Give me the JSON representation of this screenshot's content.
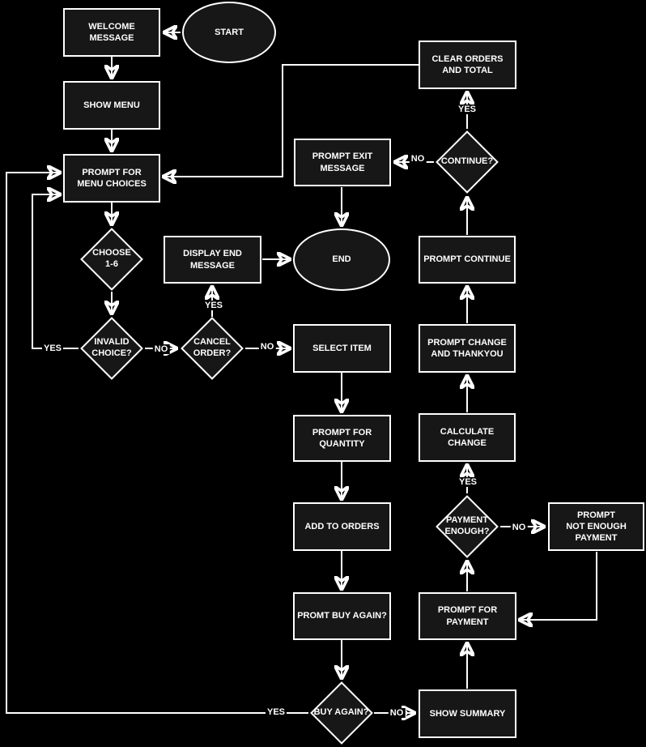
{
  "colors": {
    "background": "#000000",
    "node_fill": "#171717",
    "stroke": "#ffffff",
    "text": "#ffffff"
  },
  "nodes": {
    "start": {
      "type": "terminator",
      "label": "START"
    },
    "welcome": {
      "type": "process",
      "label": "WELCOME\nMESSAGE"
    },
    "show_menu": {
      "type": "process",
      "label": "SHOW MENU"
    },
    "prompt_menu": {
      "type": "process",
      "label": "PROMPT FOR\nMENU CHOICES"
    },
    "choose": {
      "type": "decision",
      "label": "CHOOSE\n1-6"
    },
    "invalid": {
      "type": "decision",
      "label": "INVALID\nCHOICE?"
    },
    "cancel": {
      "type": "decision",
      "label": "CANCEL\nORDER?"
    },
    "display_end": {
      "type": "process",
      "label": "DISPLAY END\nMESSAGE"
    },
    "end": {
      "type": "terminator",
      "label": "END"
    },
    "prompt_exit": {
      "type": "process",
      "label": "PROMPT EXIT\nMESSAGE"
    },
    "continue": {
      "type": "decision",
      "label": "CONTINUE?"
    },
    "clear_orders": {
      "type": "process",
      "label": "CLEAR ORDERS\nAND TOTAL"
    },
    "prompt_continue": {
      "type": "process",
      "label": "PROMPT CONTINUE"
    },
    "prompt_change": {
      "type": "process",
      "label": "PROMPT CHANGE\nAND THANKYOU"
    },
    "calculate": {
      "type": "process",
      "label": "CALCULATE\nCHANGE"
    },
    "payment": {
      "type": "decision",
      "label": "PAYMENT\nENOUGH?"
    },
    "not_enough": {
      "type": "process",
      "label": "PROMPT\nNOT ENOUGH\nPAYMENT"
    },
    "prompt_payment": {
      "type": "process",
      "label": "PROMPT FOR\nPAYMENT"
    },
    "show_summary": {
      "type": "process",
      "label": "SHOW SUMMARY"
    },
    "select_item": {
      "type": "process",
      "label": "SELECT ITEM"
    },
    "prompt_quantity": {
      "type": "process",
      "label": "PROMPT FOR\nQUANTITY"
    },
    "add_orders": {
      "type": "process",
      "label": "ADD TO ORDERS"
    },
    "promt_buy": {
      "type": "process",
      "label": "PROMT BUY AGAIN?"
    },
    "buy_again": {
      "type": "decision",
      "label": "BUY AGAIN?"
    }
  },
  "edge_labels": {
    "invalid_yes": "YES",
    "invalid_no": "NO",
    "cancel_yes": "YES",
    "cancel_no": "NO",
    "continue_yes": "YES",
    "continue_no": "NO",
    "payment_yes": "YES",
    "payment_no": "NO",
    "buy_again_yes": "YES",
    "buy_again_no": "NO"
  }
}
